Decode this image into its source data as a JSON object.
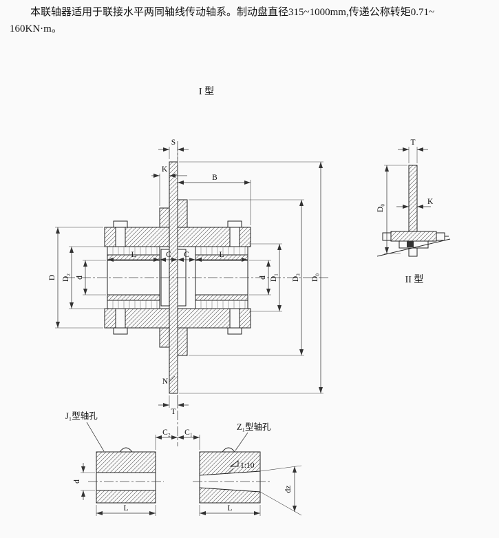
{
  "colors": {
    "ink": "#1b1b1b",
    "paper": "#fafafa",
    "hatch": "#555555"
  },
  "description": {
    "line1": "本联轴器适用于联接水平两同轴线传动轴系。制动盘直径315~1000mm,传递公称转矩0.71~",
    "line2": "160KN·m。"
  },
  "views": {
    "type1": {
      "title": "I 型",
      "dims": {
        "S": "S",
        "K": "K",
        "B": "B",
        "L_left": "L",
        "C_left": "C",
        "C_right": "C",
        "L_right": "L",
        "D": "D",
        "D2": "D₂",
        "d_left": "d",
        "d_right": "d",
        "D1": "D₁",
        "D3": "D₃",
        "D0": "D₀",
        "N": "N",
        "T": "T"
      }
    },
    "type2": {
      "title": "II 型",
      "dims": {
        "T": "T",
        "D0": "D₀",
        "K": "K"
      }
    }
  },
  "details": {
    "j1_label": "J₁型轴孔",
    "z1_label": "Z₁型轴孔",
    "taper": "1:10",
    "dims": {
      "C2": "C₂",
      "C1": "C₁",
      "d": "d",
      "dz": "dz",
      "L_left": "L",
      "L_right": "L"
    }
  }
}
